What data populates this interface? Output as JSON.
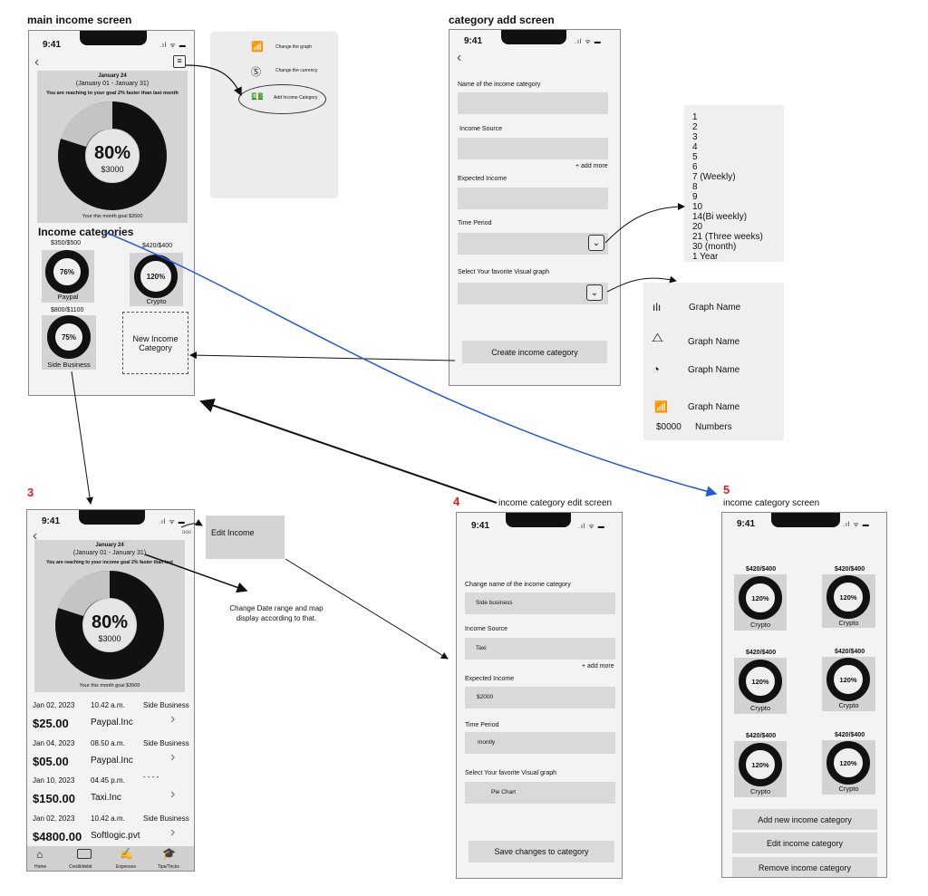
{
  "labels": {
    "main_screen": "main  income screen",
    "add_screen": "category add screen",
    "step3": "3",
    "step4": "4",
    "edit_screen": "income category edit screen",
    "step5": "5",
    "category_screen": "income category screen",
    "change_date_note": "Change Date range and map display according to that."
  },
  "status": {
    "time": "9:41",
    "signal": ".ıl ᯤ ▬"
  },
  "menu_popup": {
    "items": [
      "Change the graph",
      "Change the currency",
      "Add Income Category"
    ]
  },
  "main": {
    "date": "January 24",
    "range": "(January 01 - January 31)",
    "message": "You are reaching to your goal 2% faster than last month",
    "percent": "80%",
    "amount": "$3000",
    "goal": "Your this month goal $3500",
    "categories_title": "Income categories",
    "categories": [
      {
        "amount": "$350/$500",
        "pct": "76%",
        "name": "Paypal"
      },
      {
        "amount": "$420/$400",
        "pct": "120%",
        "name": "Crypto"
      },
      {
        "amount": "$800/$1100",
        "pct": "75%",
        "name": "Side Business"
      }
    ],
    "new_category": "New Income Category"
  },
  "add": {
    "name_label": "Name of the income category",
    "source_label": "Income Source",
    "add_more": "+ add more",
    "expected_label": "Expected Income",
    "period_label": "Time Period",
    "graph_label": "Select Your favorite Visual graph",
    "create_button": "Create income category"
  },
  "period_options": [
    "1",
    "2",
    "3",
    "4",
    "5",
    "6",
    "7 (Weekly)",
    "8",
    "9",
    "10",
    "14(Bi weekly)",
    "20",
    "21 (Three weeks)",
    "30 (month)",
    "1 Year"
  ],
  "graph_options": {
    "items": [
      "Graph Name",
      "Graph Name",
      "Graph Name",
      "Graph Name"
    ],
    "numbers_amount": "$0000",
    "numbers_label": "Numbers"
  },
  "detail": {
    "date": "January 24",
    "range": "(January 01 - January 31)",
    "message": "You are reaching to your income goal 2% faster than last",
    "percent": "80%",
    "amount": "$3000",
    "goal": "Your this month goal $3500",
    "edit_income": "Edit Income",
    "more": "ooo",
    "transactions": [
      {
        "date": "Jan 02, 2023",
        "time": "10.42 a.m.",
        "cat": "Side Business",
        "amount": "$25.00",
        "payee": "Paypal.Inc"
      },
      {
        "date": "Jan 04, 2023",
        "time": "08.50 a.m.",
        "cat": "Side Business",
        "amount": "$05.00",
        "payee": "Paypal.Inc"
      },
      {
        "date": "Jan 10, 2023",
        "time": "04.45 p.m.",
        "cat": "- - - -",
        "amount": "$150.00",
        "payee": "Taxi.Inc"
      },
      {
        "date": "Jan 02, 2023",
        "time": "10.42 a.m.",
        "cat": "Side Business",
        "amount": "$4800.00",
        "payee": "Softlogic.pvt"
      }
    ],
    "nav": [
      "Home",
      "Credit/debit",
      "Expenses",
      "Tips/Tricks"
    ]
  },
  "edit": {
    "name_label": "Change name of the income category",
    "name_value": "Side business",
    "source_label": "Income Source",
    "source_value": "Taxi",
    "add_more": "+ add more",
    "expected_label": "Expected Income",
    "expected_value": "$2000",
    "period_label": "Time Period",
    "period_value": "montly",
    "graph_label": "Select Your favorite Visual graph",
    "graph_value": "Pie Chart",
    "save_button": "Save changes to category"
  },
  "catscreen": {
    "tiles": [
      {
        "amount": "$420/$400",
        "pct": "120%",
        "name": "Crypto"
      },
      {
        "amount": "$420/$400",
        "pct": "120%",
        "name": "Crypto"
      },
      {
        "amount": "$420/$400",
        "pct": "120%",
        "name": "Crypto"
      },
      {
        "amount": "$420/$400",
        "pct": "120%",
        "name": "Crypto"
      },
      {
        "amount": "$420/$400",
        "pct": "120%",
        "name": "Crypto"
      },
      {
        "amount": "$420/$400",
        "pct": "120%",
        "name": "Crypto"
      }
    ],
    "buttons": [
      "Add new income category",
      "Edit income category",
      "Remove income category"
    ]
  }
}
